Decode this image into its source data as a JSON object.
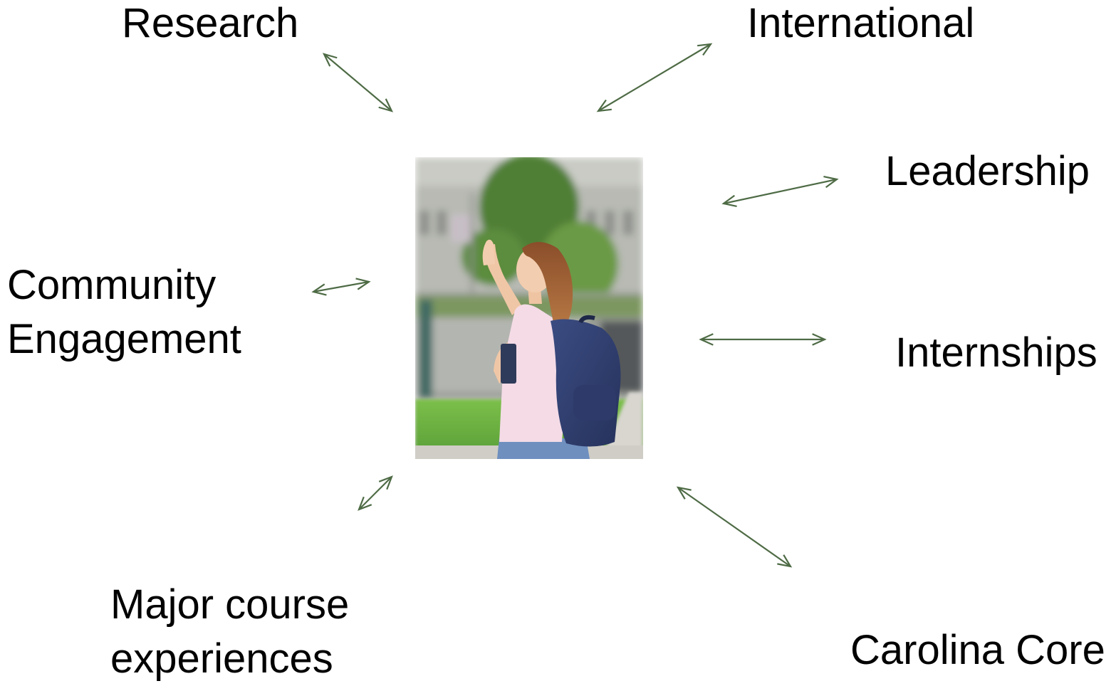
{
  "labels": {
    "research": "Research",
    "international": "International",
    "leadership": "Leadership",
    "community_line1": "Community",
    "community_line2": "Engagement",
    "internships": "Internships",
    "major_line1": "Major course",
    "major_line2": "experiences",
    "carolina_core": "Carolina Core"
  },
  "photo": {
    "subject": "student-waving-with-backpack"
  },
  "colors": {
    "arrow": "#4e6b45",
    "text": "#000000",
    "background": "#ffffff"
  }
}
